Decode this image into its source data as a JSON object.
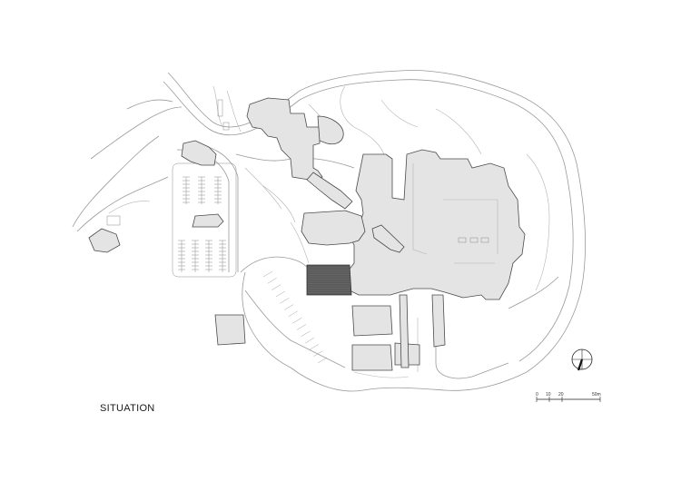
{
  "title": "SITUATION",
  "scale_bar": {
    "ticks": [
      "0",
      "10",
      "20",
      "50m"
    ]
  }
}
